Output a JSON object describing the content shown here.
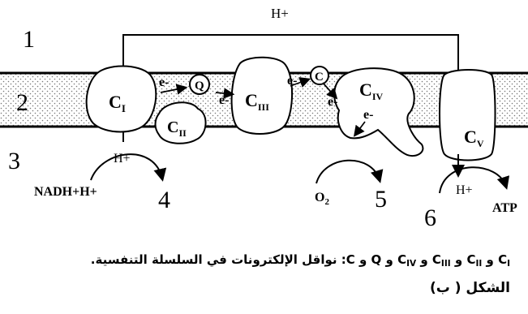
{
  "diagram": {
    "zones": [
      "1",
      "2",
      "3",
      "4",
      "5",
      "6"
    ],
    "top_proton": "H+",
    "complexes": {
      "c1": {
        "main": "C",
        "sub": "I"
      },
      "c2": {
        "main": "C",
        "sub": "II"
      },
      "c3": {
        "main": "C",
        "sub": "III"
      },
      "c4": {
        "main": "C",
        "sub": "IV"
      },
      "c5": {
        "main": "C",
        "sub": "V"
      }
    },
    "carriers": {
      "q": "Q",
      "c": "C"
    },
    "electron": "e-",
    "labels": {
      "nadh": "NADH+H+",
      "proton_c1": "H+",
      "oxygen_main": "O",
      "oxygen_sub": "2",
      "proton_c5": "H+",
      "atp": "ATP"
    }
  },
  "caption": {
    "prefix": "C",
    "prefix_sub": "I",
    "body": "و C",
    "body_sub_1": "II",
    "and2": "و C",
    "body_sub_2": "III",
    "and3": "و C",
    "body_sub_3": "IV",
    "tail": "و Q و C: نواقل الإلكترونات في السلسلة التنفسية."
  },
  "figure_label": "الشكل ( ب)"
}
